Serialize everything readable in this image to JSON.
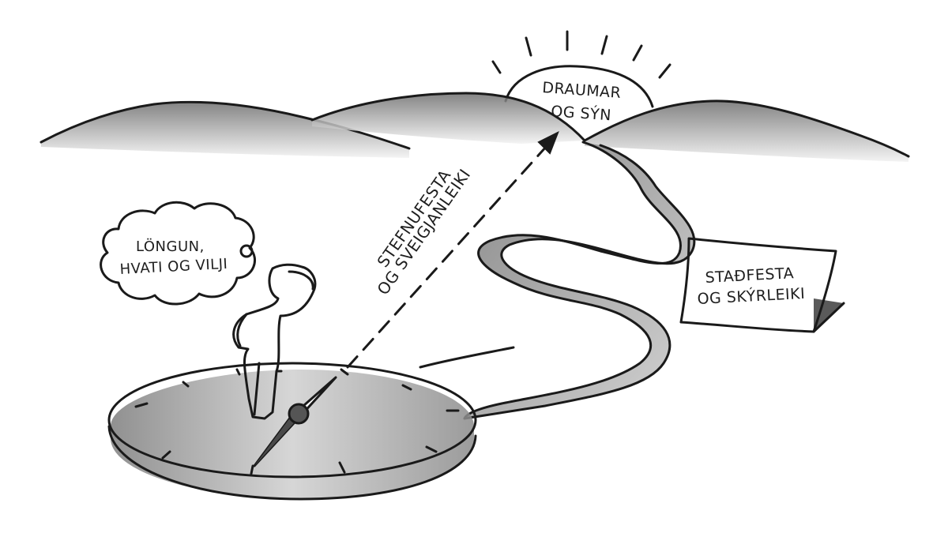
{
  "labels": {
    "sun_line1": "DRAUMAR",
    "sun_line2": "OG SÝN",
    "arrow_line1": "STEFNUFESTA",
    "arrow_line2": "OG SVEIGJANLEIKI",
    "thought_line1": "LÖNGUN,",
    "thought_line2": "HVATI OG VILJI",
    "sign_line1": "STAÐFESTA",
    "sign_line2": "OG SKÝRLEIKI"
  },
  "colors": {
    "ink": "#1a1a1a",
    "hill_shade": "#8c8c8c",
    "path_shade": "#9a9a9a",
    "compass_shade": "#a8a8a8"
  }
}
